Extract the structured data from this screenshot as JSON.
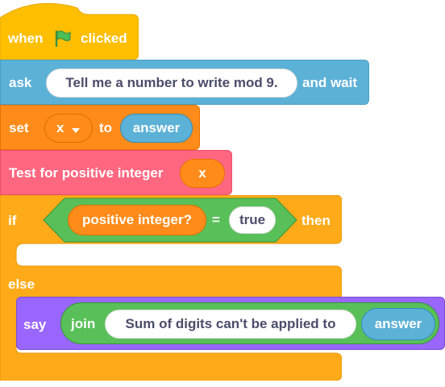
{
  "script": {
    "hat_block": {
      "when_label": "when",
      "flag_icon": "green-flag-icon",
      "clicked_label": "clicked"
    },
    "ask_block": {
      "ask_label": "ask",
      "question": "Tell me a number to write mod 9.",
      "and_wait_label": "and wait"
    },
    "set_block": {
      "set_label": "set",
      "variable": "x",
      "to_label": "to",
      "value_reporter": "answer"
    },
    "custom_block": {
      "label": "Test for positive integer",
      "argument": "x"
    },
    "if_else_block": {
      "if_label": "if",
      "condition": {
        "left_reporter": "positive integer?",
        "operator": "=",
        "right_value": "true"
      },
      "then_label": "then",
      "else_label": "else"
    },
    "say_block": {
      "say_label": "say",
      "join_label": "join",
      "join_text": "Sum of digits can't be applied to",
      "join_reporter": "answer"
    }
  },
  "colors": {
    "events": "#ffbf00",
    "sensing": "#5cb1d6",
    "variables": "#ff8c1a",
    "custom": "#ff6680",
    "control": "#ffab19",
    "operators": "#59c059",
    "looks": "#9966ff",
    "flag": "#4cbf56"
  }
}
